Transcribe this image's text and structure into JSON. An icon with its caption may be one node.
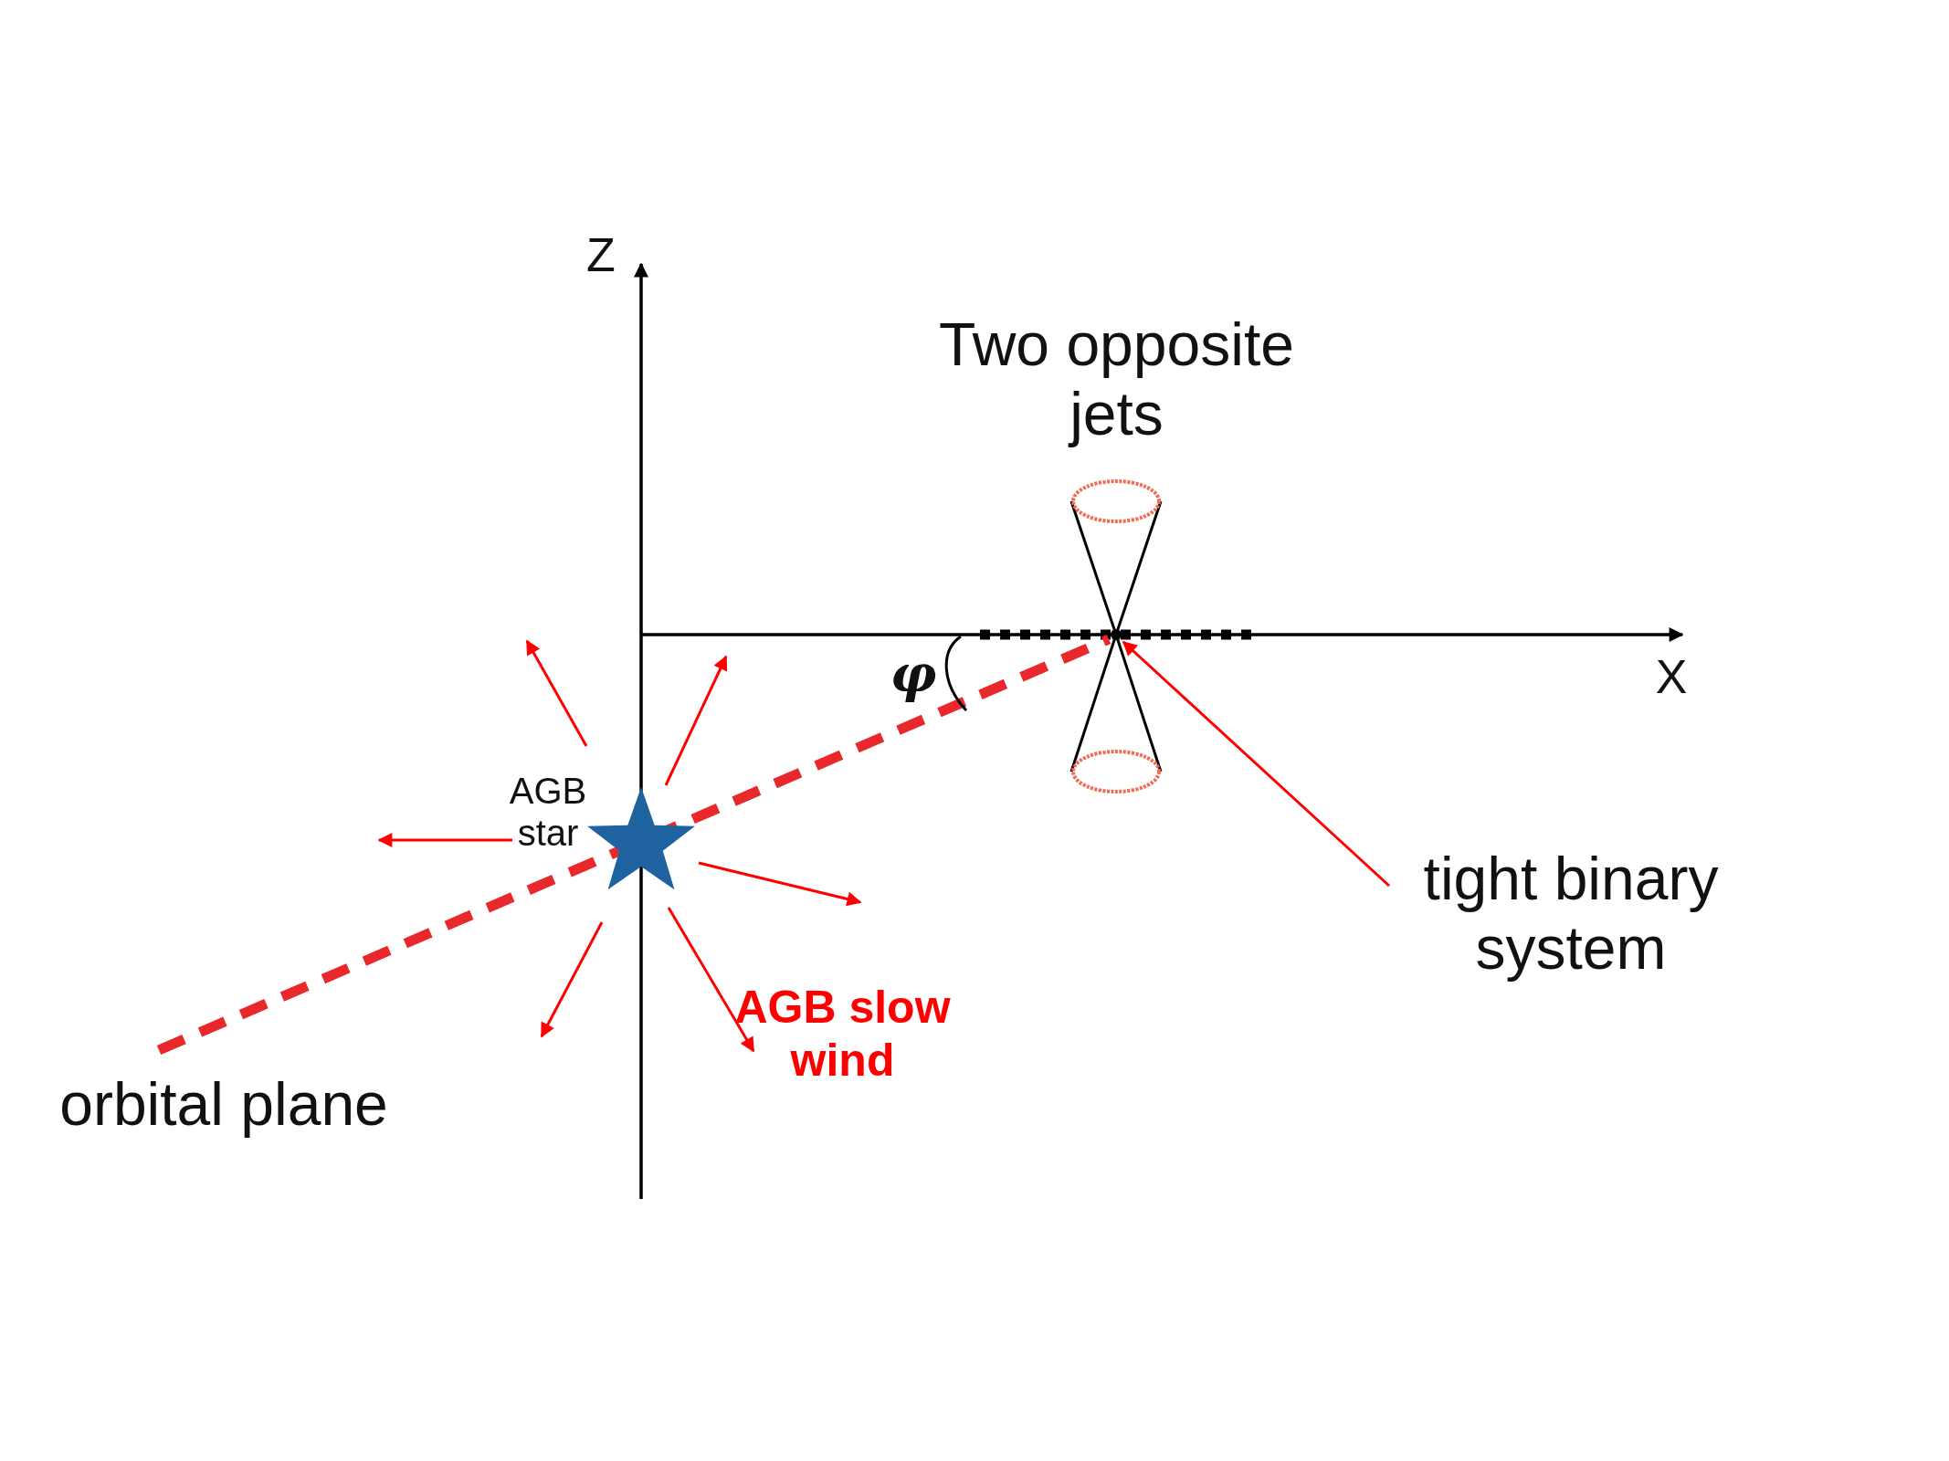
{
  "diagram": {
    "nodes": [
      {
        "text": [
          "tight binary system"
        ]
      },
      {
        "text": [],
        "shape": "point"
      }
    ],
    "edges": [
      {
        "from": 0,
        "to": 1,
        "arrow": "to",
        "color": "#ff0000"
      }
    ],
    "labels": [
      "Z",
      "Two opposite jets",
      "X",
      "φ",
      "AGB star",
      "AGB slow wind",
      "orbital plane"
    ]
  }
}
